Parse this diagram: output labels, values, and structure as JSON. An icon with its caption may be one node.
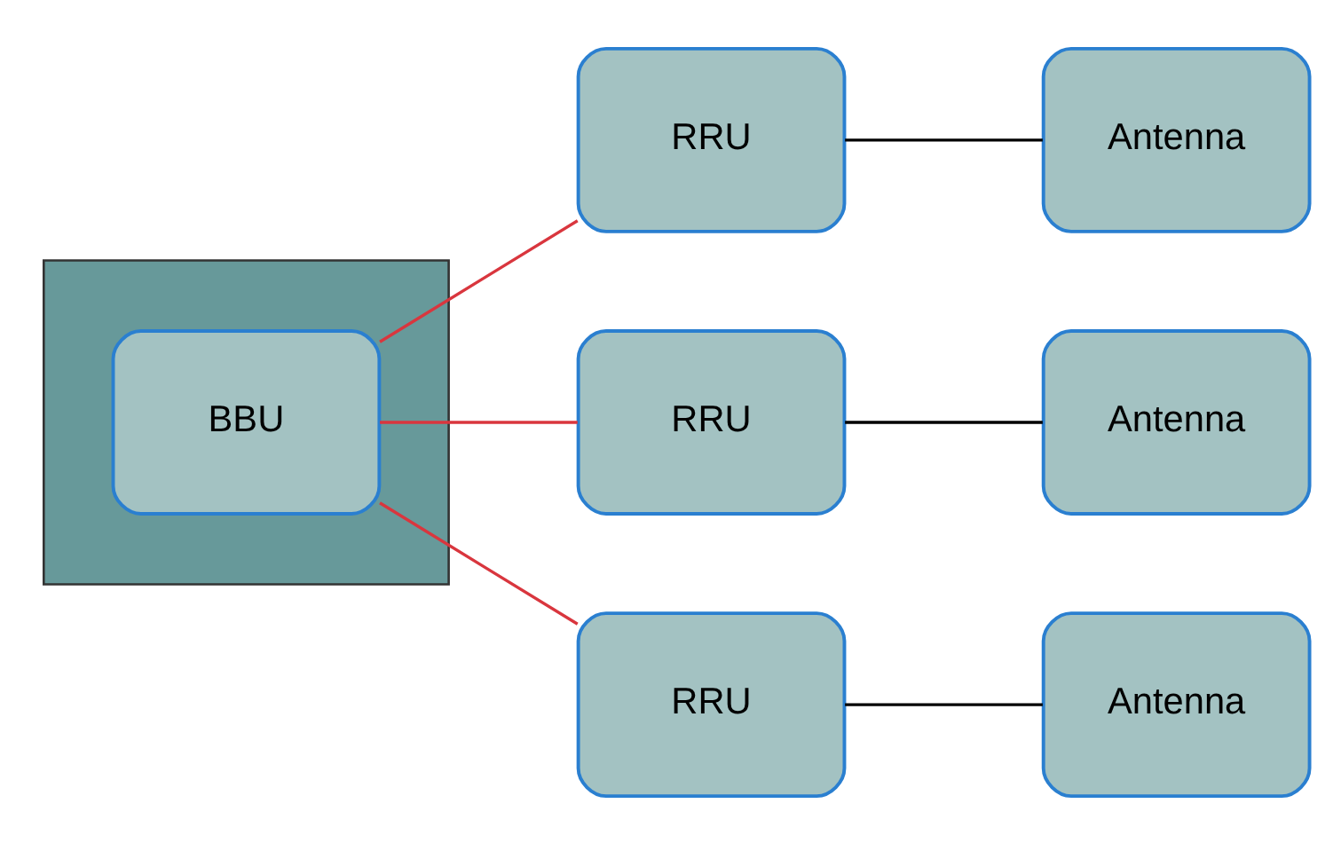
{
  "diagram": {
    "nodes": [
      {
        "text": [],
        "shape": "box"
      },
      {
        "text": [
          "BBU"
        ],
        "in": 0
      },
      {
        "text": [
          "RRU"
        ]
      },
      {
        "text": [
          "Antenna"
        ]
      },
      {
        "text": [
          "RRU"
        ]
      },
      {
        "text": [
          "Antenna"
        ]
      },
      {
        "text": [
          "RRU"
        ]
      },
      {
        "text": [
          "Antenna"
        ]
      }
    ],
    "edges": [
      {
        "from": 1,
        "to": 2,
        "arrow": "none",
        "color": "#d9363e"
      },
      {
        "from": 1,
        "to": 4,
        "arrow": "none",
        "color": "#d9363e"
      },
      {
        "from": 1,
        "to": 6,
        "arrow": "none",
        "color": "#d9363e"
      },
      {
        "from": 2,
        "to": 3,
        "arrow": "none",
        "color": "#000000"
      },
      {
        "from": 4,
        "to": 5,
        "arrow": "none",
        "color": "#000000"
      },
      {
        "from": 6,
        "to": 7,
        "arrow": "none",
        "color": "#000000"
      }
    ]
  }
}
